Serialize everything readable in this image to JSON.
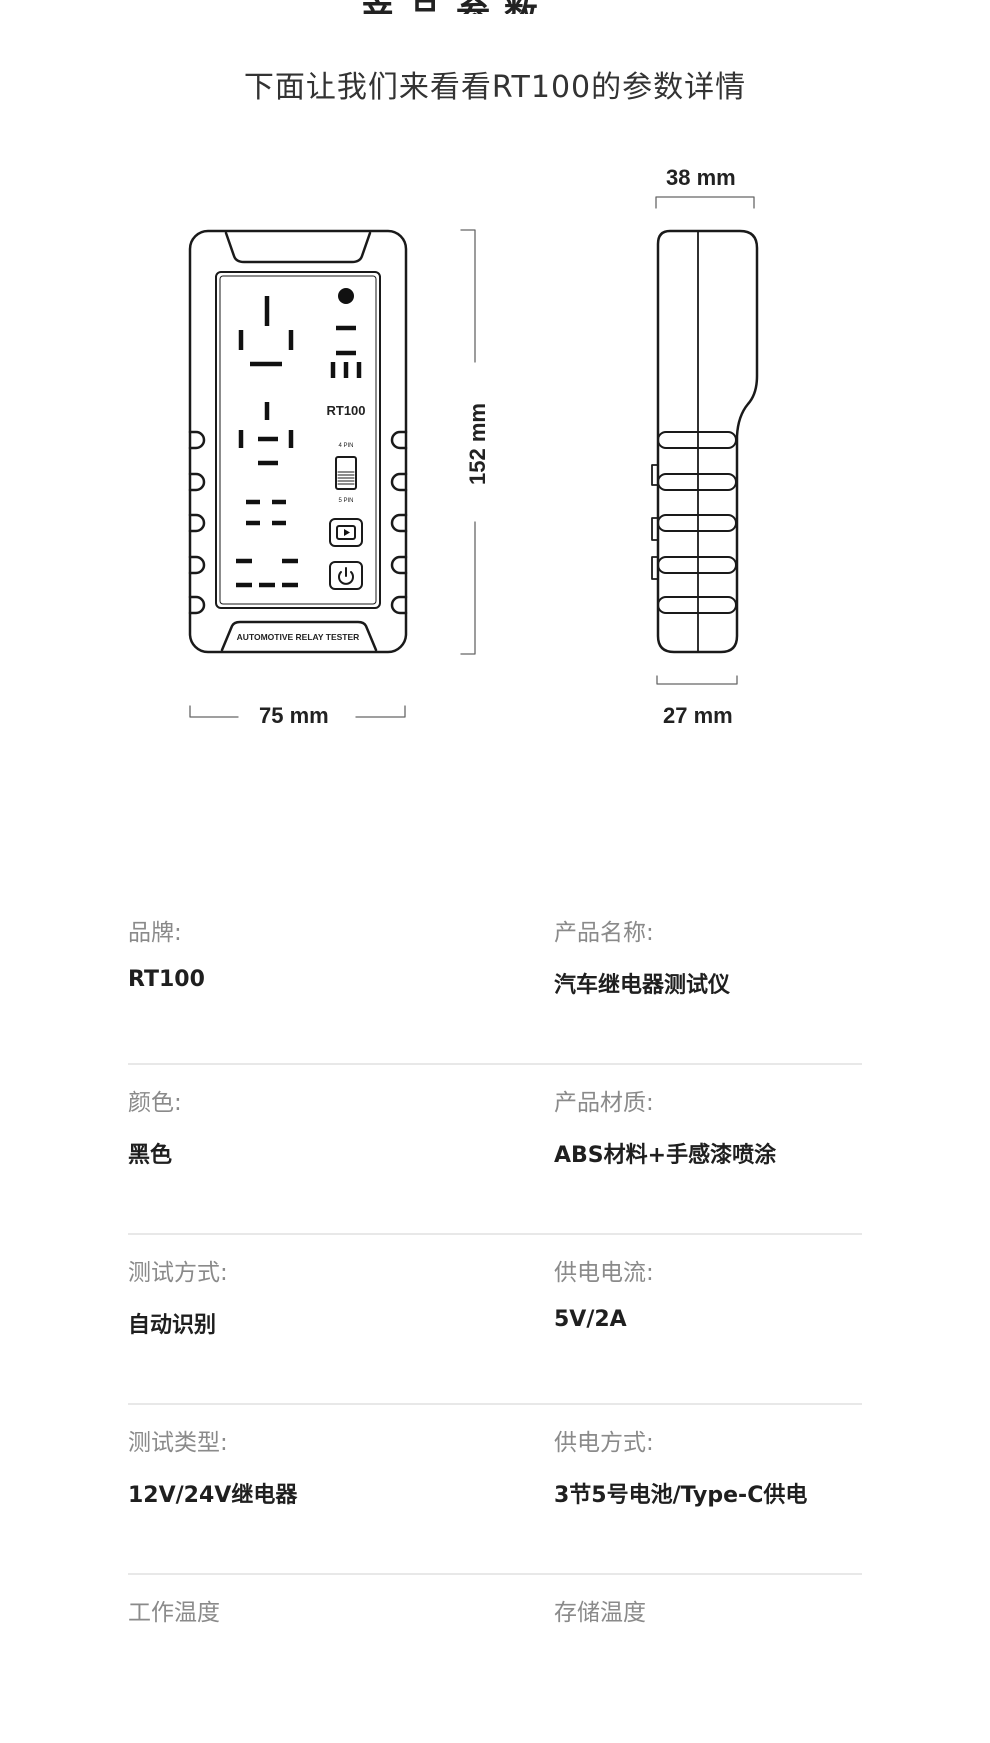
{
  "intro_text": "下面让我们来看看RT100的参数详情",
  "device": {
    "model_label": "RT100",
    "pin4_label": "4 PIN",
    "pin5_label": "5 PIN",
    "bottom_label": "AUTOMOTIVE RELAY TESTER",
    "width_dim": "75 mm",
    "height_dim": "152 mm",
    "depth_top_dim": "38 mm",
    "depth_bottom_dim": "27 mm"
  },
  "specs": [
    {
      "label": "品牌:",
      "value": "RT100"
    },
    {
      "label": "产品名称:",
      "value": "汽车继电器测试仪"
    },
    {
      "label": "颜色:",
      "value": "黑色"
    },
    {
      "label": "产品材质:",
      "value": "ABS材料+手感漆喷涂"
    },
    {
      "label": "测试方式:",
      "value": "自动识别"
    },
    {
      "label": "供电电流:",
      "value": "5V/2A"
    },
    {
      "label": "测试类型:",
      "value": "12V/24V继电器"
    },
    {
      "label": "供电方式:",
      "value": "3节5号电池/Type-C供电"
    },
    {
      "label": "工作温度",
      "value": ""
    },
    {
      "label": "存储温度",
      "value": ""
    }
  ]
}
